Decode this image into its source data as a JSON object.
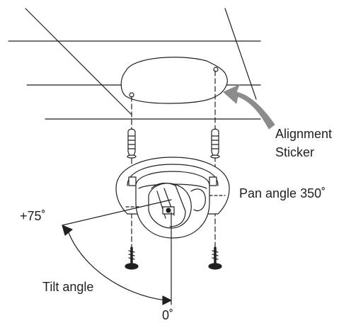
{
  "labels": {
    "alignment_sticker_line1": "Alignment",
    "alignment_sticker_line2": "Sticker",
    "pan_angle": "Pan angle 350˚",
    "tilt_max": "+75˚",
    "tilt_angle": "Tilt angle",
    "tilt_zero": "0˚"
  },
  "colors": {
    "line": "#231f20",
    "arrow_fill": "#8c8c8c",
    "background": "#ffffff"
  }
}
